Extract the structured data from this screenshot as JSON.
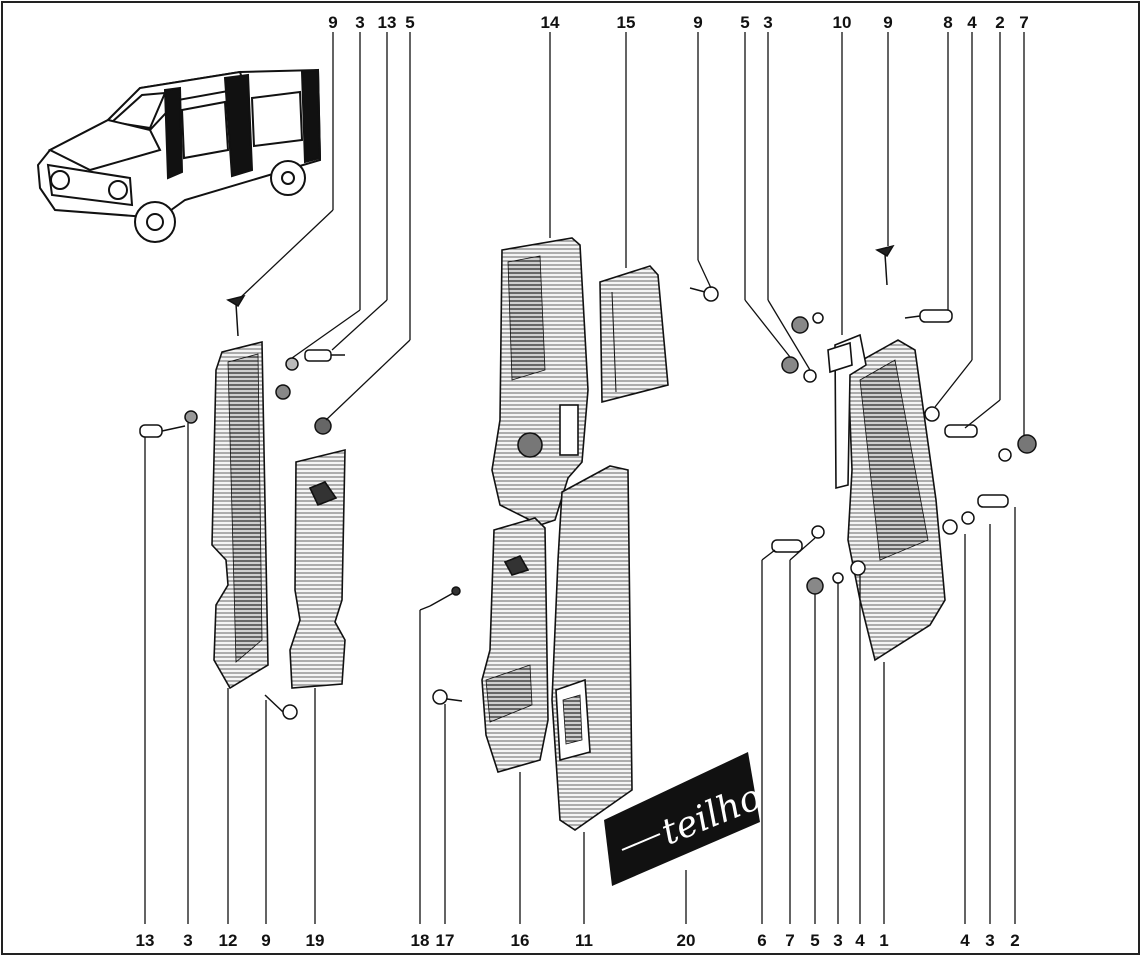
{
  "diagram": {
    "type": "exploded-parts-view",
    "top_callouts": [
      "9",
      "3",
      "13",
      "5",
      "14",
      "15",
      "9",
      "5",
      "3",
      "10",
      "9",
      "8",
      "4",
      "2",
      "7"
    ],
    "bottom_callouts": [
      "13",
      "3",
      "12",
      "9",
      "19",
      "18",
      "17",
      "16",
      "11",
      "20",
      "6",
      "7",
      "5",
      "3",
      "4",
      "1",
      "4",
      "3",
      "2"
    ],
    "logo_text": "teilhol"
  }
}
